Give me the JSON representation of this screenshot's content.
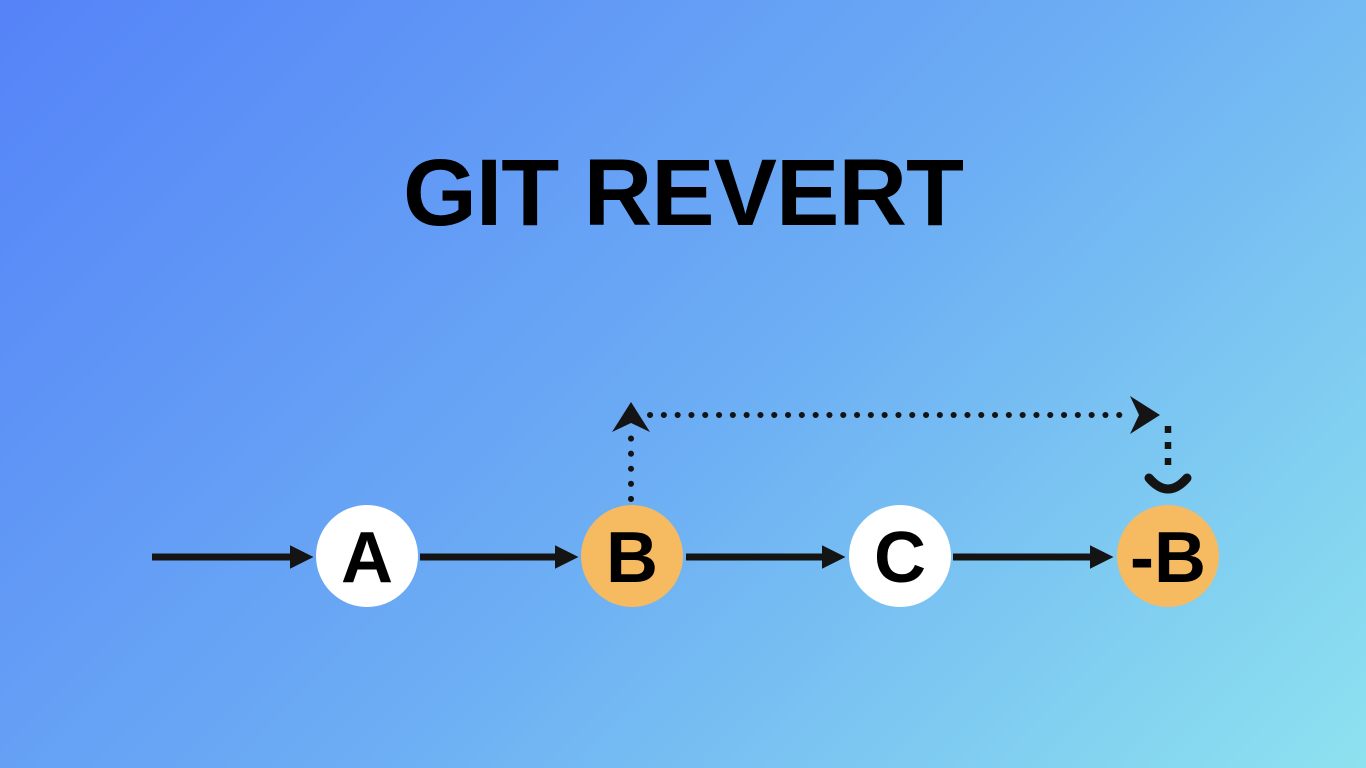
{
  "title": "GIT REVERT",
  "colors": {
    "background_top": "#5583f8",
    "background_middle": "#6cadf4",
    "background_bottom": "#8de2ef",
    "node_fill": "#ffffff",
    "node_highlight_fill": "#f6ba61",
    "line": "#141414",
    "text": "#000000"
  },
  "diagram": {
    "type": "git-commit-graph",
    "nodes": [
      {
        "id": "A",
        "label": "A",
        "highlighted": false
      },
      {
        "id": "B",
        "label": "B",
        "highlighted": true
      },
      {
        "id": "C",
        "label": "C",
        "highlighted": false
      },
      {
        "id": "-B",
        "label": "-B",
        "highlighted": true
      }
    ],
    "solid_edges": [
      {
        "from": "history",
        "to": "A"
      },
      {
        "from": "A",
        "to": "B"
      },
      {
        "from": "B",
        "to": "C"
      },
      {
        "from": "C",
        "to": "-B"
      }
    ],
    "dotted_edge": {
      "from": "B",
      "to": "-B",
      "style": "dotted"
    }
  }
}
